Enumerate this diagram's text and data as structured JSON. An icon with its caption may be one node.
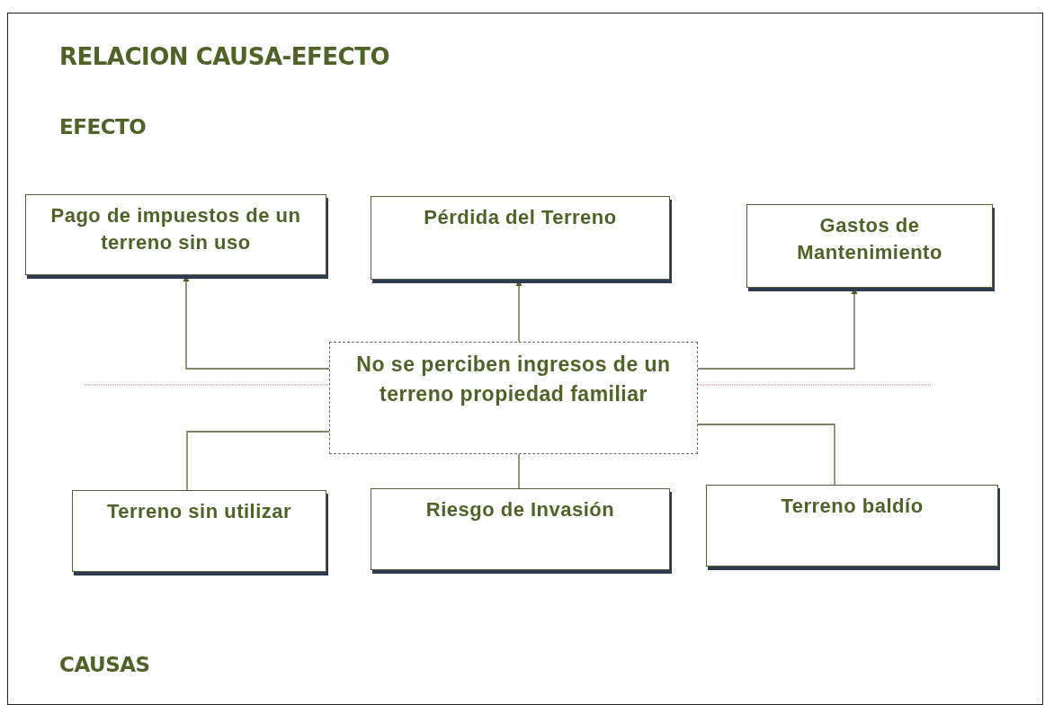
{
  "diagram": {
    "title": "RELACION CAUSA-EFECTO",
    "nodes": [
      {
        "text": [
          "Pago de impuestos de un terreno sin uso"
        ]
      },
      {
        "text": [
          "Pérdida del Terreno"
        ]
      },
      {
        "text": [
          "Gastos de Mantenimiento"
        ]
      },
      {
        "text": [
          "No se perciben ingresos de un terreno propiedad familiar"
        ]
      },
      {
        "text": [
          "Terreno sin utilizar"
        ]
      },
      {
        "text": [
          "Riesgo de Invasión"
        ]
      },
      {
        "text": [
          "Terreno baldío"
        ]
      }
    ],
    "edges": [
      {
        "from": 3,
        "to": 0,
        "arrow": "to"
      },
      {
        "from": 3,
        "to": 1,
        "arrow": "to"
      },
      {
        "from": 3,
        "to": 2,
        "arrow": "to"
      },
      {
        "from": 4,
        "to": 3,
        "arrow": "none"
      },
      {
        "from": 5,
        "to": 3,
        "arrow": "none"
      },
      {
        "from": 6,
        "to": 3,
        "arrow": "none"
      }
    ],
    "labels": [
      "EFECTO",
      "CAUSAS"
    ]
  }
}
